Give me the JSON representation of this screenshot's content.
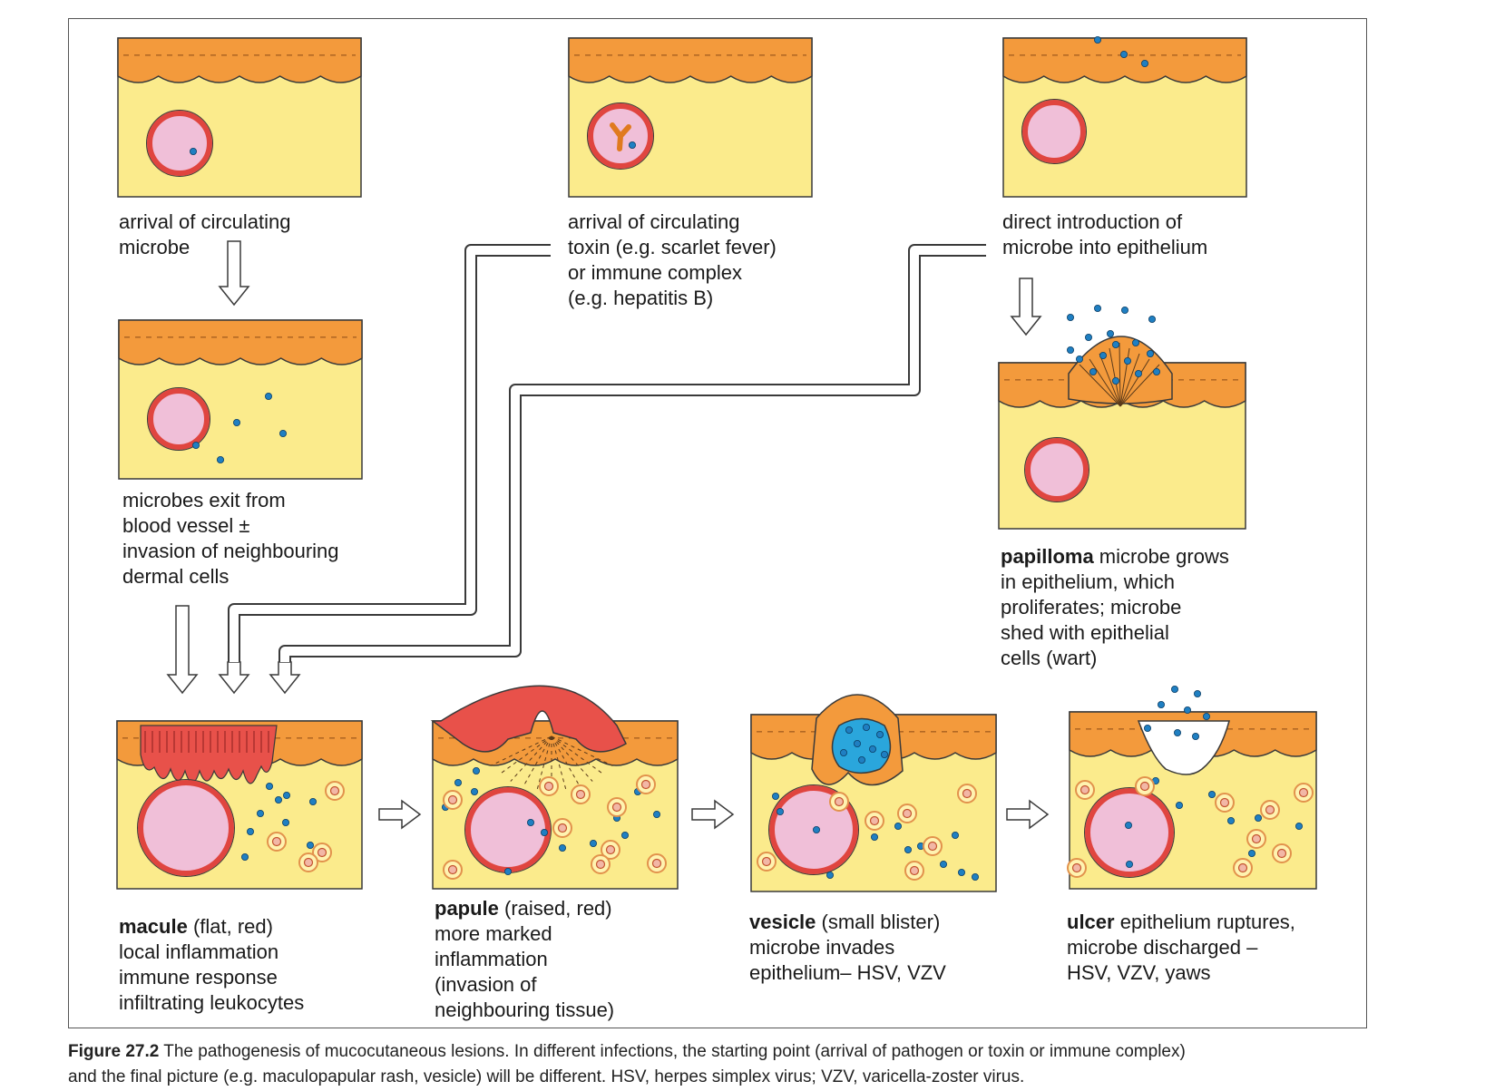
{
  "labels": {
    "circulating_microbe": [
      "arrival of circulating",
      "microbe"
    ],
    "circulating_toxin": [
      "arrival of circulating",
      "toxin (e.g. scarlet fever)",
      "or immune complex",
      "(e.g. hepatitis B)"
    ],
    "direct_introduction": [
      "direct introduction of",
      "microbe into epithelium"
    ],
    "microbes_exit": [
      "microbes exit from",
      "blood vessel ±",
      "invasion of neighbouring",
      "dermal cells"
    ],
    "papilloma": {
      "term": "papilloma",
      "lines": [
        " microbe grows",
        "in epithelium, which",
        "proliferates; microbe",
        "shed with epithelial",
        "cells (wart)"
      ]
    },
    "macule": {
      "term": "macule",
      "lines": [
        " (flat, red)",
        "local inflammation",
        "immune response",
        "infiltrating leukocytes"
      ]
    },
    "papule": {
      "term": "papule",
      "lines": [
        " (raised, red)",
        "more marked",
        "inflammation",
        "(invasion of",
        "neighbouring tissue)"
      ]
    },
    "vesicle": {
      "term": "vesicle",
      "lines": [
        " (small blister)",
        "microbe invades",
        "epithelium– HSV, VZV"
      ]
    },
    "ulcer": {
      "term": "ulcer",
      "lines": [
        " epithelium ruptures,",
        "microbe discharged –",
        "HSV, VZV, yaws"
      ]
    }
  },
  "caption": {
    "label": "Figure 27.2",
    "line1": "  The pathogenesis of mucocutaneous lesions. In different infections, the starting point (arrival of pathogen or toxin or immune complex)",
    "line2": "and the final picture (e.g. maculopapular rash, vesicle) will be different. HSV, herpes simplex virus; VZV, varicella-zoster virus."
  },
  "colors": {
    "epidermis": "#f39a3c",
    "dermis": "#fbeb8c",
    "vessel_wall": "#e0453f",
    "vessel_lumen": "#f0bfd8",
    "microbe": "#1f7fc2",
    "inflamed": "#e8514a",
    "blister": "#2aa6dc",
    "outline": "#3a3a3a"
  }
}
